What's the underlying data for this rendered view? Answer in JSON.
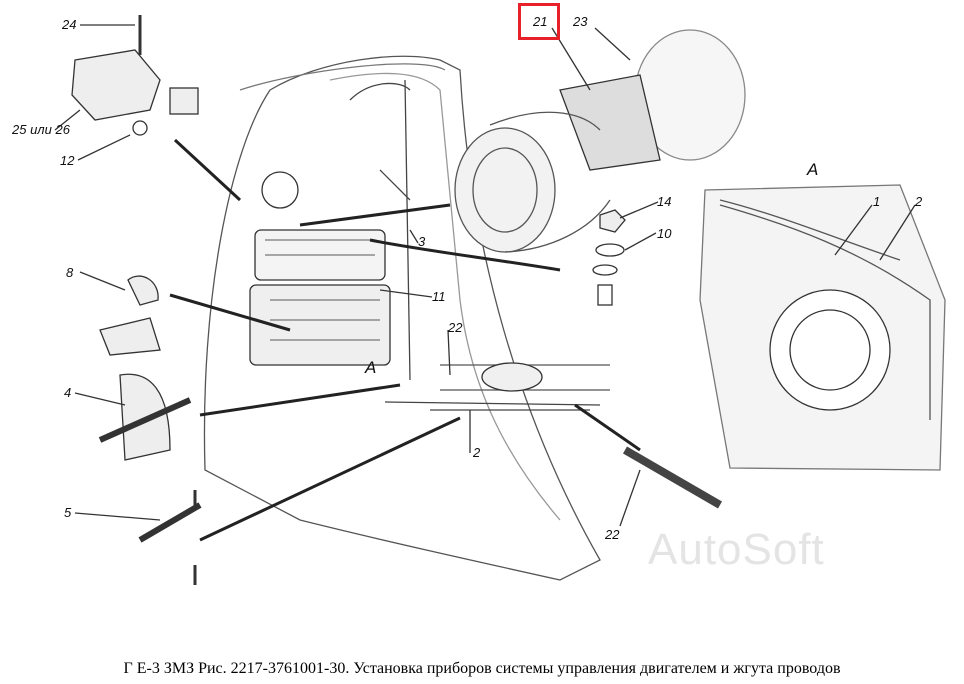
{
  "caption": "Г Е-3 ЗМЗ Рис. 2217-3761001-30. Установка приборов системы управления двигателем и жгута проводов",
  "watermark": "AutoSoft",
  "highlight_color": "#e8202a",
  "callouts": {
    "c24": "24",
    "c25": "25 или 26",
    "c12": "12",
    "c8": "8",
    "c4": "4",
    "c5": "5",
    "c21": "21",
    "c23": "23",
    "c14": "14",
    "c10": "10",
    "c3": "3",
    "c11": "11",
    "c22a": "22",
    "c22b": "22",
    "c2a": "2",
    "c2b": "2",
    "c1": "1",
    "viewA1": "A",
    "viewA2": "A"
  }
}
